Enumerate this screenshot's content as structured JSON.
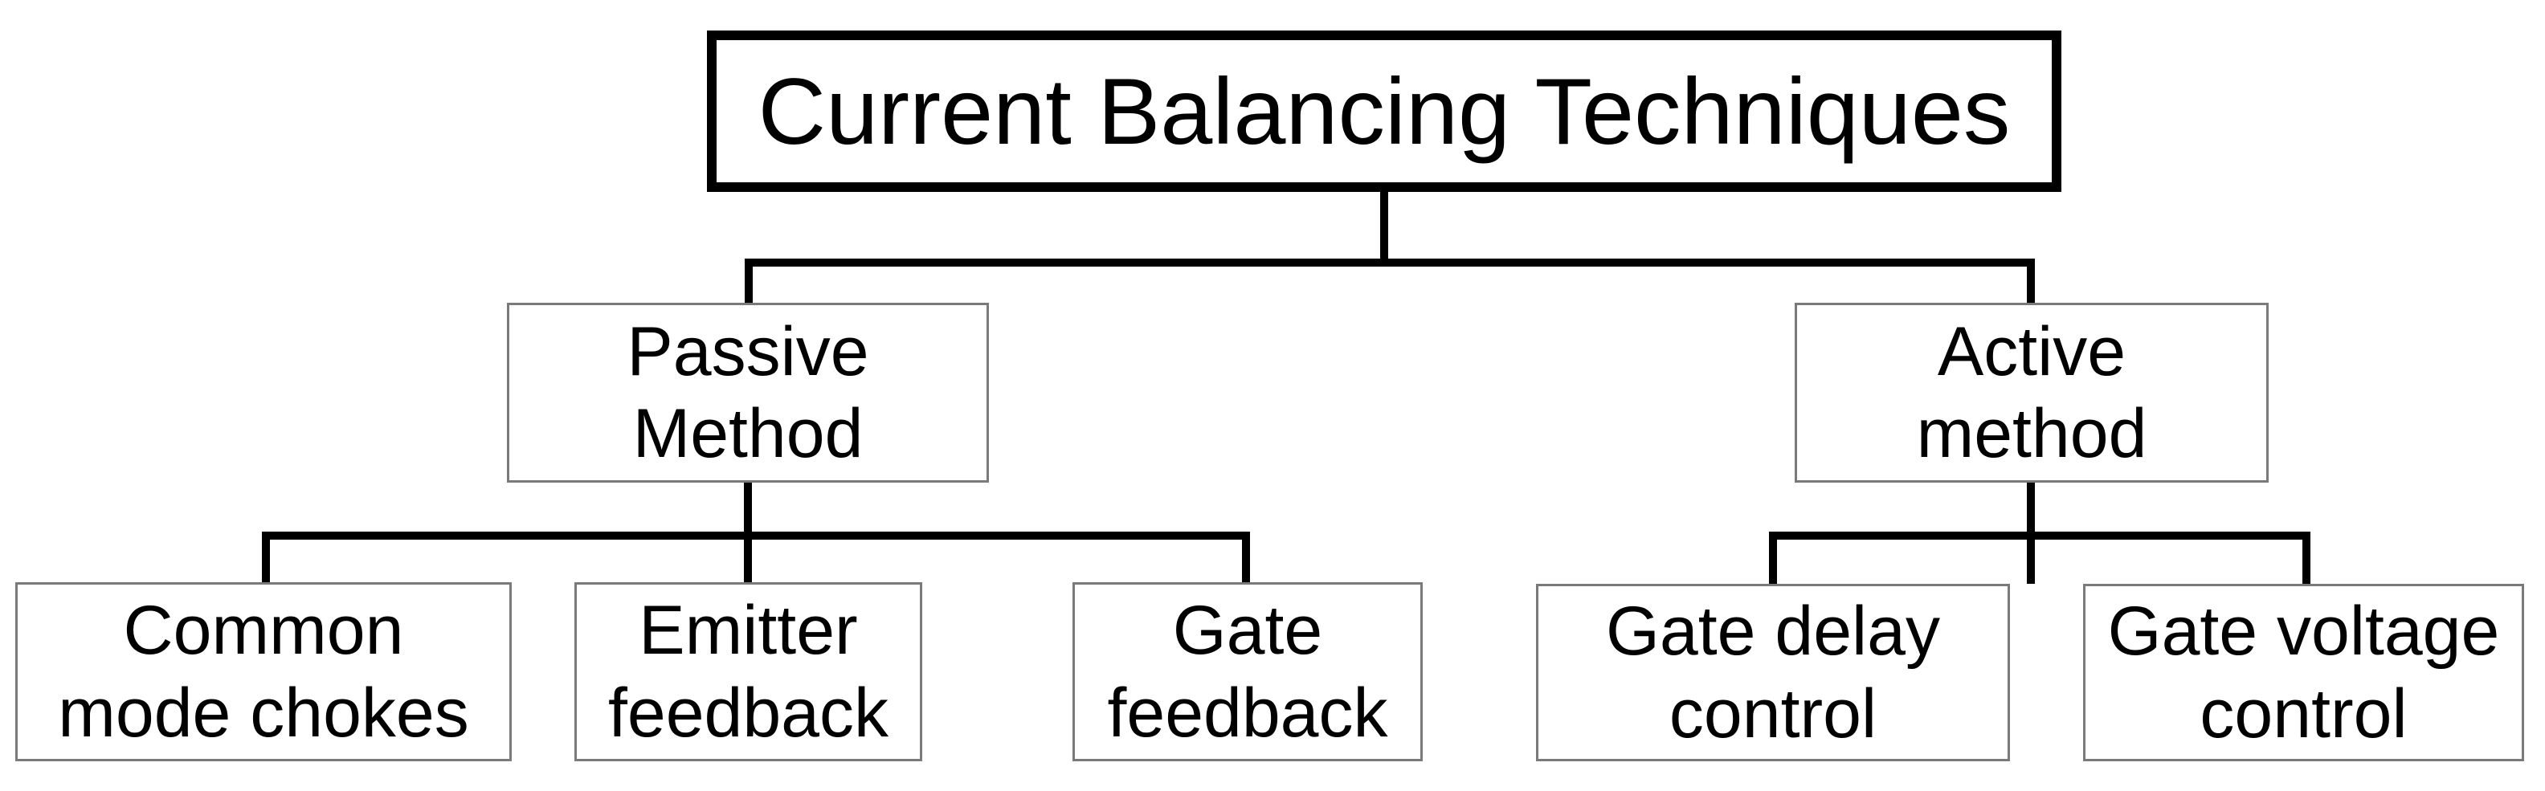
{
  "diagram": {
    "type": "tree",
    "root": {
      "label": "Current Balancing Techniques"
    },
    "branches": [
      {
        "label": "Passive\nMethod",
        "children": [
          {
            "label": "Common\nmode chokes"
          },
          {
            "label": "Emitter\nfeedback"
          },
          {
            "label": "Gate\nfeedback"
          }
        ]
      },
      {
        "label": "Active\nmethod",
        "children": [
          {
            "label": "Gate delay\ncontrol"
          },
          {
            "label": "Gate voltage\ncontrol"
          }
        ]
      }
    ],
    "colors": {
      "background": "#ffffff",
      "text": "#000000",
      "connector": "#000000",
      "root_border": "#000000",
      "node_border": "#7a7a7a"
    }
  }
}
